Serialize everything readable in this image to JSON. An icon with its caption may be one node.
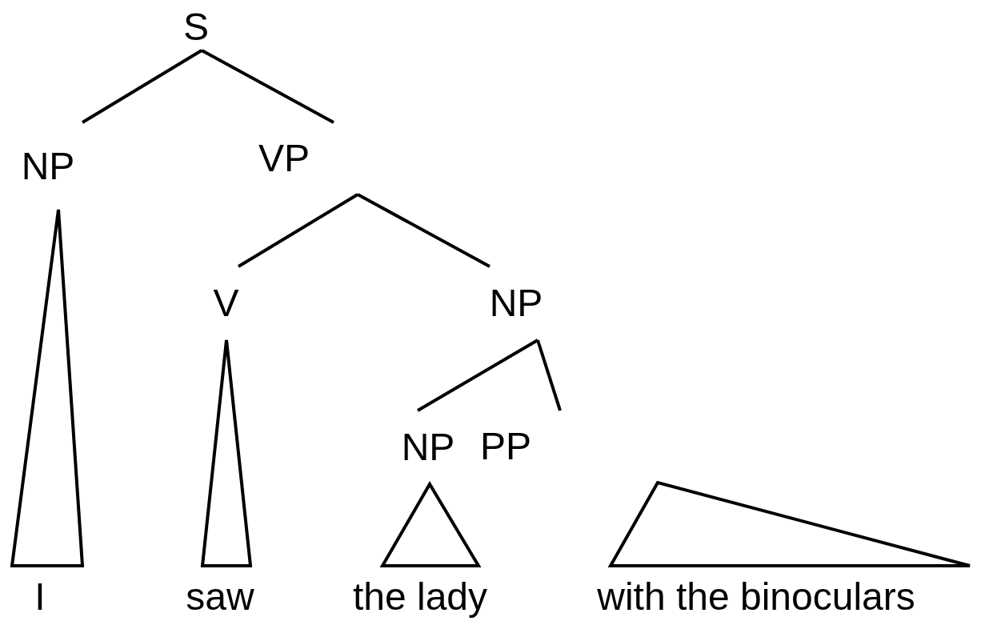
{
  "diagram": {
    "nodes": [
      {
        "text": [
          "S"
        ]
      },
      {
        "text": [
          "NP"
        ]
      },
      {
        "text": [
          "VP"
        ]
      },
      {
        "text": [
          "V"
        ]
      },
      {
        "text": [
          "NP"
        ]
      },
      {
        "text": [
          "NP"
        ]
      },
      {
        "text": [
          "PP"
        ]
      },
      {
        "text": [
          "I"
        ]
      },
      {
        "text": [
          "saw"
        ]
      },
      {
        "text": [
          "the lady"
        ]
      },
      {
        "text": [
          "with the binoculars"
        ]
      }
    ],
    "edges": [
      {
        "from": 0,
        "to": 1,
        "arrow": "none"
      },
      {
        "from": 0,
        "to": 2,
        "arrow": "none"
      },
      {
        "from": 2,
        "to": 3,
        "arrow": "none"
      },
      {
        "from": 2,
        "to": 4,
        "arrow": "none"
      },
      {
        "from": 4,
        "to": 5,
        "arrow": "none"
      },
      {
        "from": 4,
        "to": 6,
        "arrow": "none"
      },
      {
        "from": 1,
        "to": 7,
        "arrow": "none"
      },
      {
        "from": 3,
        "to": 8,
        "arrow": "none"
      },
      {
        "from": 5,
        "to": 9,
        "arrow": "none"
      },
      {
        "from": 6,
        "to": 10,
        "arrow": "none"
      }
    ]
  }
}
